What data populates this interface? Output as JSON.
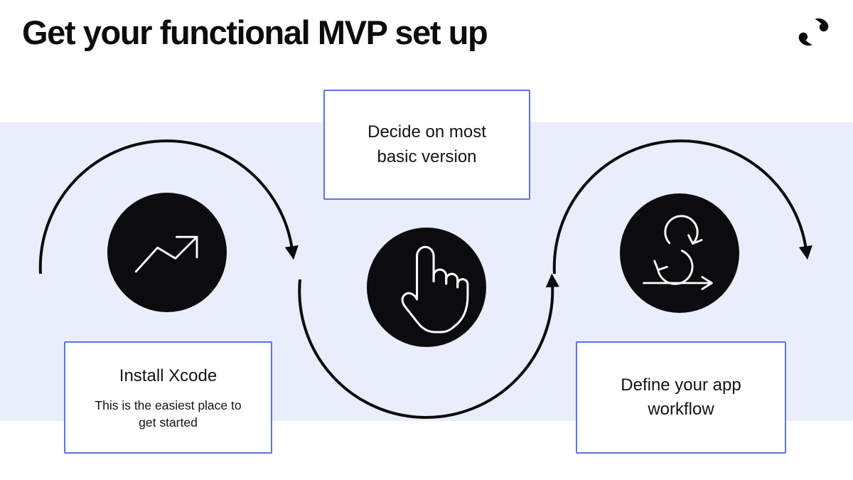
{
  "header": {
    "title": "Get your functional MVP set up"
  },
  "logo": {
    "icon": "brand-swoosh-logo"
  },
  "cards": {
    "decide": {
      "title": "Decide on most basic version"
    },
    "install": {
      "title": "Install Xcode",
      "subtitle": "This is the easiest place to get started"
    },
    "define": {
      "title": "Define your app workflow"
    }
  },
  "steps": [
    {
      "order": 1,
      "label": "Install Xcode",
      "icon": "trending-up-icon"
    },
    {
      "order": 2,
      "label": "Decide on most basic version",
      "icon": "tap-hand-icon"
    },
    {
      "order": 3,
      "label": "Define your app workflow",
      "icon": "scrum-sprint-icon"
    }
  ],
  "connectors": [
    {
      "name": "arc-over-step-1",
      "direction": "left-to-right over top, arrowhead down"
    },
    {
      "name": "arc-under-step-2",
      "direction": "left-to-right under bottom, arrowhead up"
    },
    {
      "name": "arc-over-step-3",
      "direction": "left-to-right over top, arrowhead down"
    }
  ],
  "colors": {
    "ink": "#0C0C0E",
    "card_border": "#5A76D8",
    "band": "#EAEDFB",
    "card_bg": "#FFFFFF",
    "icon_stroke": "#FFFFFF",
    "page_bg": "#FFFFFF"
  }
}
